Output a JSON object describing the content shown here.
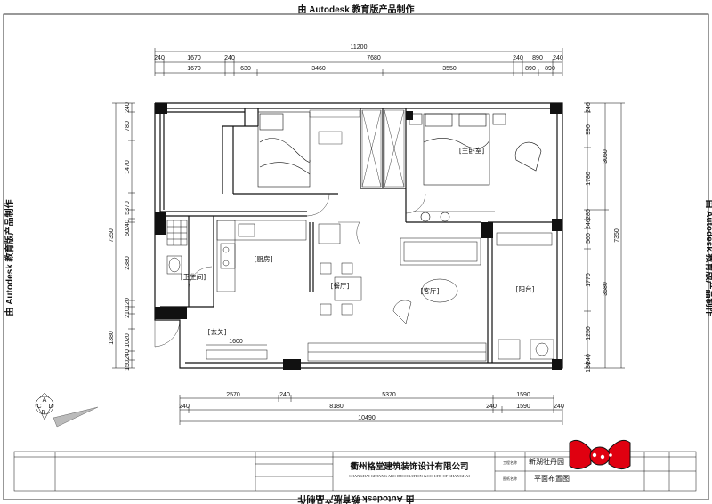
{
  "watermark": {
    "top": "由 Autodesk 教育版产品制作",
    "bottom": "由 Autodesk 教育版产品制作",
    "left": "由 Autodesk 教育版产品制作",
    "right": "由 Autodesk 教育版产品制作"
  },
  "dims_top": {
    "total": "11200",
    "row2": [
      "240",
      "1670",
      "240",
      "7680",
      "240",
      "890",
      "240"
    ],
    "row3": [
      "1670",
      "630",
      "3460",
      "3550",
      "890",
      "890"
    ]
  },
  "dims_bottom": {
    "row1": [
      "2570",
      "240",
      "5370",
      "1590"
    ],
    "row2": [
      "240",
      "8180",
      "240",
      "1590",
      "240"
    ],
    "total": "10490"
  },
  "dims_left": {
    "segments": [
      "240",
      "780",
      "1470",
      "5370",
      "240",
      "50",
      "2380",
      "120",
      "210",
      "1380",
      "1020",
      "240",
      "150"
    ],
    "total": "7350"
  },
  "dims_right": {
    "segments": [
      "240",
      "990",
      "1780",
      "280",
      "240",
      "560",
      "1770",
      "1250",
      "240",
      "130"
    ],
    "totals": [
      "3050",
      "3580",
      "7350"
    ]
  },
  "rooms": {
    "master_bedroom": "[主卧室]",
    "kitchen": "[厨房]",
    "dining": "[餐厅]",
    "living": "[客厅]",
    "balcony": "[阳台]",
    "bathroom": "[卫生间]",
    "entrance": "[玄关]",
    "entrance_dim": "1600"
  },
  "compass": {
    "a": "A",
    "b": "B",
    "c": "C",
    "d": "D"
  },
  "title_block": {
    "company_cn": "衢州格堂建筑装饰设计有限公司",
    "company_en": "SHANGHAI GETANG ARC DECORATION  &CO. LTD OF SHANGHAI",
    "project_label": "工程名称",
    "project_name": "新湖牡丹园",
    "drawing_label": "图纸名称",
    "drawing_name": "平面布置图"
  },
  "accent": {
    "bow": "#e00010",
    "wall": "#111111"
  }
}
